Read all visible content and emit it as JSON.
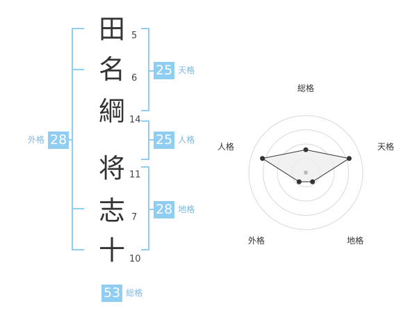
{
  "name": {
    "characters": [
      {
        "char": "田",
        "strokes": "5"
      },
      {
        "char": "名",
        "strokes": "6"
      },
      {
        "char": "綱",
        "strokes": "14"
      },
      {
        "char": "将",
        "strokes": "11"
      },
      {
        "char": "志",
        "strokes": "7"
      },
      {
        "char": "十",
        "strokes": "10"
      }
    ]
  },
  "fortunes": {
    "tenkaku": {
      "value": "25",
      "label": "天格"
    },
    "jinkaku": {
      "value": "25",
      "label": "人格"
    },
    "chikaku": {
      "value": "28",
      "label": "地格"
    },
    "gaikaku": {
      "value": "28",
      "label": "外格"
    },
    "soukaku": {
      "value": "53",
      "label": "総格"
    }
  },
  "chart_data": {
    "type": "radar",
    "axes": [
      "総格",
      "天格",
      "地格",
      "外格",
      "人格"
    ],
    "values": [
      2,
      4,
      1,
      1,
      4
    ],
    "max": 5,
    "rings": 4,
    "colors": {
      "fill": "#eeeeee",
      "line": "#333333",
      "ring": "#d8d8d8",
      "center": "#bbbbbb"
    }
  },
  "colors": {
    "accent": "#8fcdf3",
    "accent_text": "#7fb8e2"
  }
}
